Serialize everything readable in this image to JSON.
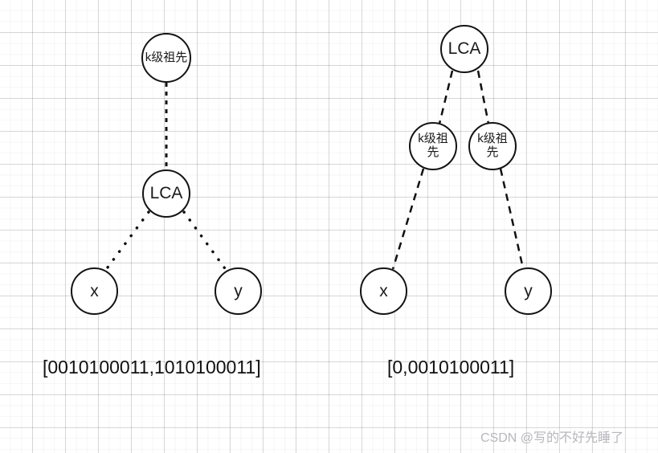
{
  "figure": {
    "background": "#ffffff",
    "grid_color": "#d9d9d9",
    "node_stroke": "#141414",
    "edge_color": "#111111"
  },
  "left_tree": {
    "nodes": {
      "ancestor": "k级祖先",
      "lca": "LCA",
      "x": "x",
      "y": "y"
    },
    "caption": "[0010100011,1010100011]"
  },
  "right_tree": {
    "nodes": {
      "lca": "LCA",
      "ancestor_left": "k级祖先",
      "ancestor_right": "k级祖先",
      "x": "x",
      "y": "y"
    },
    "caption": "[0,0010100011]"
  },
  "watermark": {
    "text": "CSDN @写的不好先睡了"
  }
}
